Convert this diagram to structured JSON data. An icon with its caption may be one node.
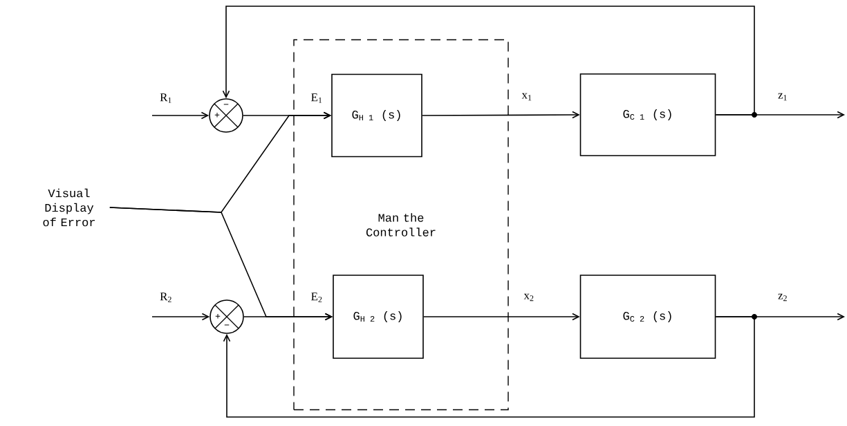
{
  "diagram": {
    "nodes": [
      {
        "text": [
          "Man the Controller"
        ]
      },
      {
        "text": [
          "G$_{H 1}$ (s)"
        ],
        "in": 0
      },
      {
        "text": [
          "G$_{H 2}$ (s)"
        ],
        "in": 0
      },
      {
        "text": [
          "G$_{C 1}$ (s)"
        ]
      },
      {
        "text": [
          "G$_{C 2}$ (s)"
        ]
      },
      {
        "text": [
          "−",
          "+"
        ]
      },
      {
        "text": [
          "+",
          "−"
        ]
      },
      {
        "text": [
          "Visual Display of Error"
        ]
      }
    ],
    "edges": [
      {
        "from": null,
        "to": 5,
        "arrow": "to",
        "label": "R$_{1}$"
      },
      {
        "from": 5,
        "to": 1,
        "arrow": "to",
        "label": "E$_{1}$"
      },
      {
        "from": 7,
        "to": 1,
        "arrow": "to"
      },
      {
        "from": 1,
        "to": 3,
        "arrow": "to",
        "label": "x$_{1}$"
      },
      {
        "from": 3,
        "to": null,
        "arrow": "to",
        "label": "z$_{1}$"
      },
      {
        "from": 3,
        "to": 5,
        "arrow": "to"
      },
      {
        "from": null,
        "to": 6,
        "arrow": "to",
        "label": "R$_{2}$"
      },
      {
        "from": 6,
        "to": 2,
        "arrow": "to",
        "label": "E$_{2}$"
      },
      {
        "from": 7,
        "to": 2,
        "arrow": "to"
      },
      {
        "from": 2,
        "to": 4,
        "arrow": "to",
        "label": "x$_{2}$"
      },
      {
        "from": 4,
        "to": null,
        "arrow": "to",
        "label": "z$_{2}$"
      },
      {
        "from": 4,
        "to": 6,
        "arrow": "to"
      }
    ]
  }
}
